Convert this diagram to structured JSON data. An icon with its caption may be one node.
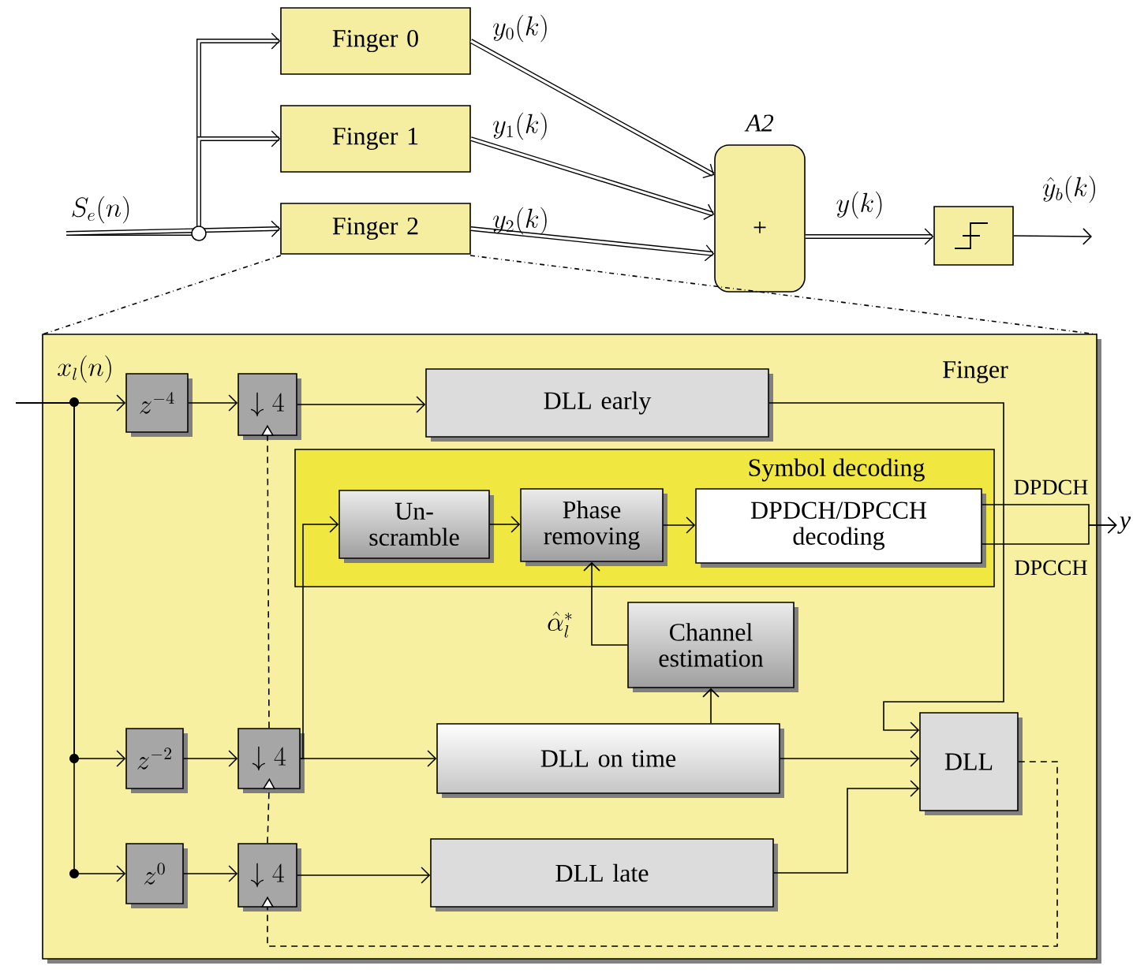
{
  "diagram": {
    "nodes": [
      {
        "text": [
          "Finger 0"
        ]
      },
      {
        "text": [
          "Finger 1"
        ]
      },
      {
        "text": [
          "Finger 2"
        ]
      },
      {
        "text": [
          "+"
        ],
        "beside": [
          "A2"
        ]
      },
      {
        "text": [],
        "shape": "box"
      },
      {
        "text": [
          "Finger"
        ]
      },
      {
        "text": [
          "z^{-4}"
        ],
        "in": 5
      },
      {
        "text": [
          "\\downarrow 4"
        ],
        "in": 5
      },
      {
        "text": [
          "DLL early"
        ],
        "in": 5
      },
      {
        "text": [
          "Symbol decoding"
        ],
        "in": 5
      },
      {
        "text": [
          "Un- scramble"
        ],
        "in": 9
      },
      {
        "text": [
          "Phase removing"
        ],
        "in": 9
      },
      {
        "text": [
          "DPDCH/DPCCH decoding"
        ],
        "in": 9
      },
      {
        "text": [
          "Channel estimation"
        ],
        "in": 5
      },
      {
        "text": [
          "z^{-2}"
        ],
        "in": 5
      },
      {
        "text": [
          "\\downarrow 4"
        ],
        "in": 5
      },
      {
        "text": [
          "DLL on time"
        ],
        "in": 5
      },
      {
        "text": [
          "DLL"
        ],
        "in": 5
      },
      {
        "text": [
          "z^{0}"
        ],
        "in": 5
      },
      {
        "text": [
          "\\downarrow 4"
        ],
        "in": 5
      },
      {
        "text": [
          "DLL late"
        ],
        "in": 5
      },
      {
        "text": [
          "y"
        ]
      }
    ],
    "edges": [
      {
        "from": null,
        "to": 0,
        "arrow": "to",
        "style": "thick"
      },
      {
        "from": null,
        "to": 1,
        "arrow": "to",
        "style": "thick"
      },
      {
        "from": null,
        "to": 2,
        "arrow": "to",
        "label": "S_e(n)",
        "style": "thick"
      },
      {
        "from": 0,
        "to": 3,
        "arrow": "to",
        "label": "y_0(k)",
        "style": "thick"
      },
      {
        "from": 1,
        "to": 3,
        "arrow": "to",
        "label": "y_1(k)",
        "style": "thick"
      },
      {
        "from": 2,
        "to": 3,
        "arrow": "to",
        "label": "y_2(k)",
        "style": "thick"
      },
      {
        "from": 3,
        "to": 4,
        "arrow": "to",
        "label": "y(k)",
        "style": "thick"
      },
      {
        "from": 4,
        "to": null,
        "arrow": "to",
        "label": "\\hat{y}_b(k)"
      },
      {
        "from": null,
        "to": 6,
        "arrow": "to",
        "label": "x_l(n)"
      },
      {
        "from": null,
        "to": 14,
        "arrow": "to"
      },
      {
        "from": null,
        "to": 18,
        "arrow": "to"
      },
      {
        "from": 6,
        "to": 7,
        "arrow": "to"
      },
      {
        "from": 7,
        "to": 8,
        "arrow": "to"
      },
      {
        "from": 14,
        "to": 15,
        "arrow": "to"
      },
      {
        "from": 15,
        "to": 16,
        "arrow": "to"
      },
      {
        "from": 18,
        "to": 19,
        "arrow": "to"
      },
      {
        "from": 19,
        "to": 20,
        "arrow": "to"
      },
      {
        "from": 15,
        "to": 10,
        "arrow": "to"
      },
      {
        "from": 10,
        "to": 11,
        "arrow": "to"
      },
      {
        "from": 11,
        "to": 12,
        "arrow": "to"
      },
      {
        "from": 13,
        "to": 11,
        "arrow": "to",
        "label": "\\hat{\\alpha}_l^*"
      },
      {
        "from": 16,
        "to": 13,
        "arrow": "to"
      },
      {
        "from": 8,
        "to": 17,
        "arrow": "to"
      },
      {
        "from": 16,
        "to": 17,
        "arrow": "to"
      },
      {
        "from": 20,
        "to": 17,
        "arrow": "to"
      },
      {
        "from": 17,
        "to": 19,
        "arrow": "to",
        "style": "dashed"
      },
      {
        "from": 19,
        "to": 15,
        "arrow": "to",
        "style": "dashed"
      },
      {
        "from": 15,
        "to": 7,
        "arrow": "to",
        "style": "dashed"
      },
      {
        "from": 12,
        "to": 21,
        "arrow": "to",
        "label": "DPDCH"
      },
      {
        "from": 12,
        "to": 21,
        "arrow": "to",
        "label": "DPCCH"
      }
    ]
  }
}
